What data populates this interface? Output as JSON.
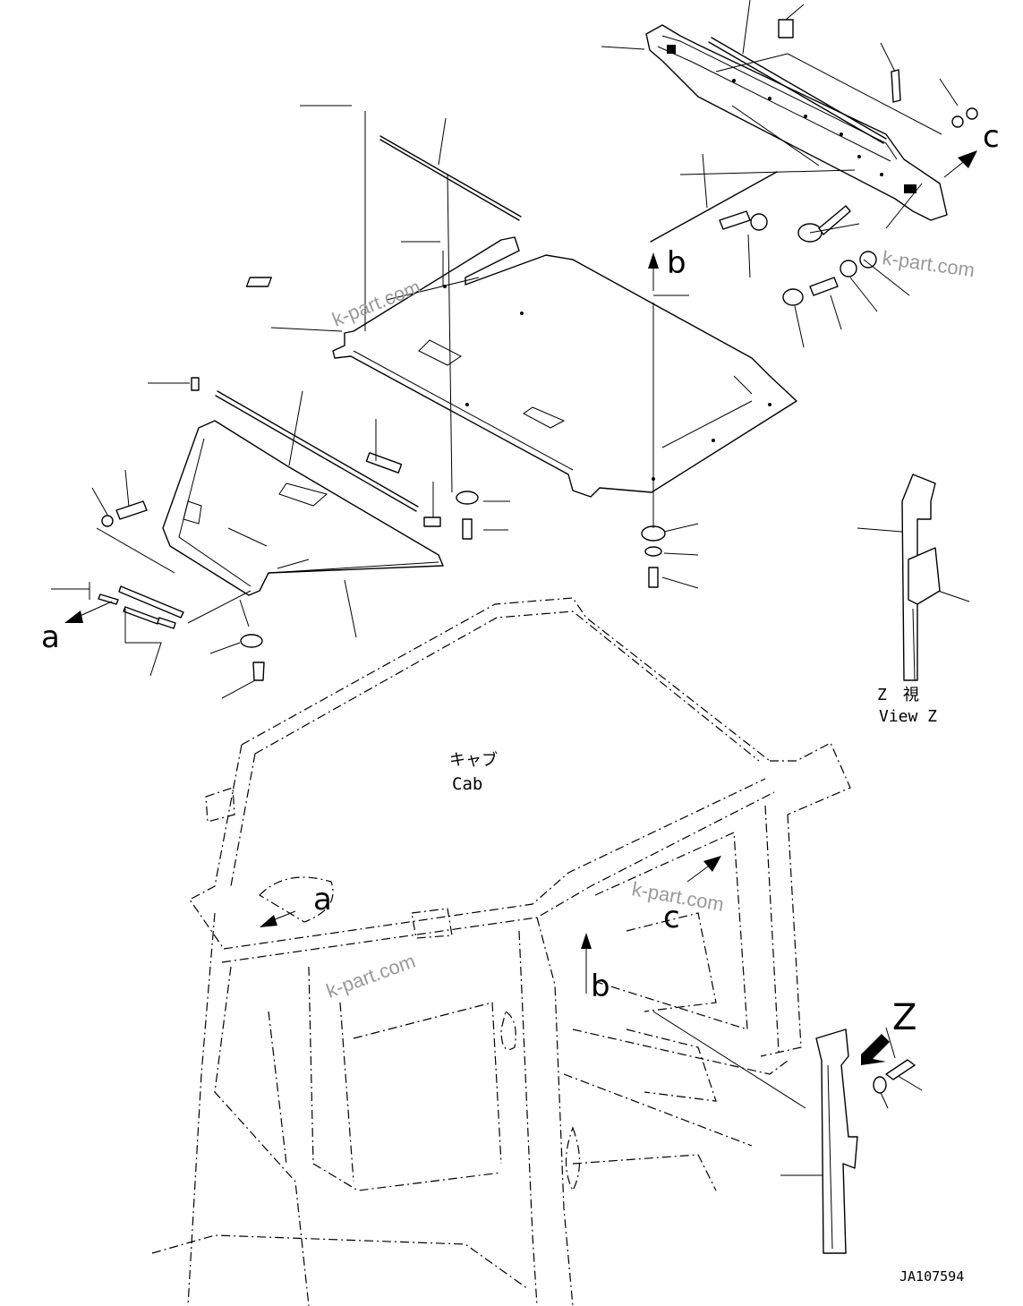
{
  "labels": {
    "arrow_a": "a",
    "arrow_b": "b",
    "arrow_c": "c",
    "view_arrow": "Z",
    "cab_jp": "キャブ",
    "cab_en": "Cab",
    "view_jp": "Z　視",
    "view_en": "View Z",
    "drawing_number": "JA107594"
  },
  "watermark": "k-part.com",
  "colors": {
    "line": "#000000",
    "watermark": "#9a9a9a",
    "background": "#ffffff"
  }
}
